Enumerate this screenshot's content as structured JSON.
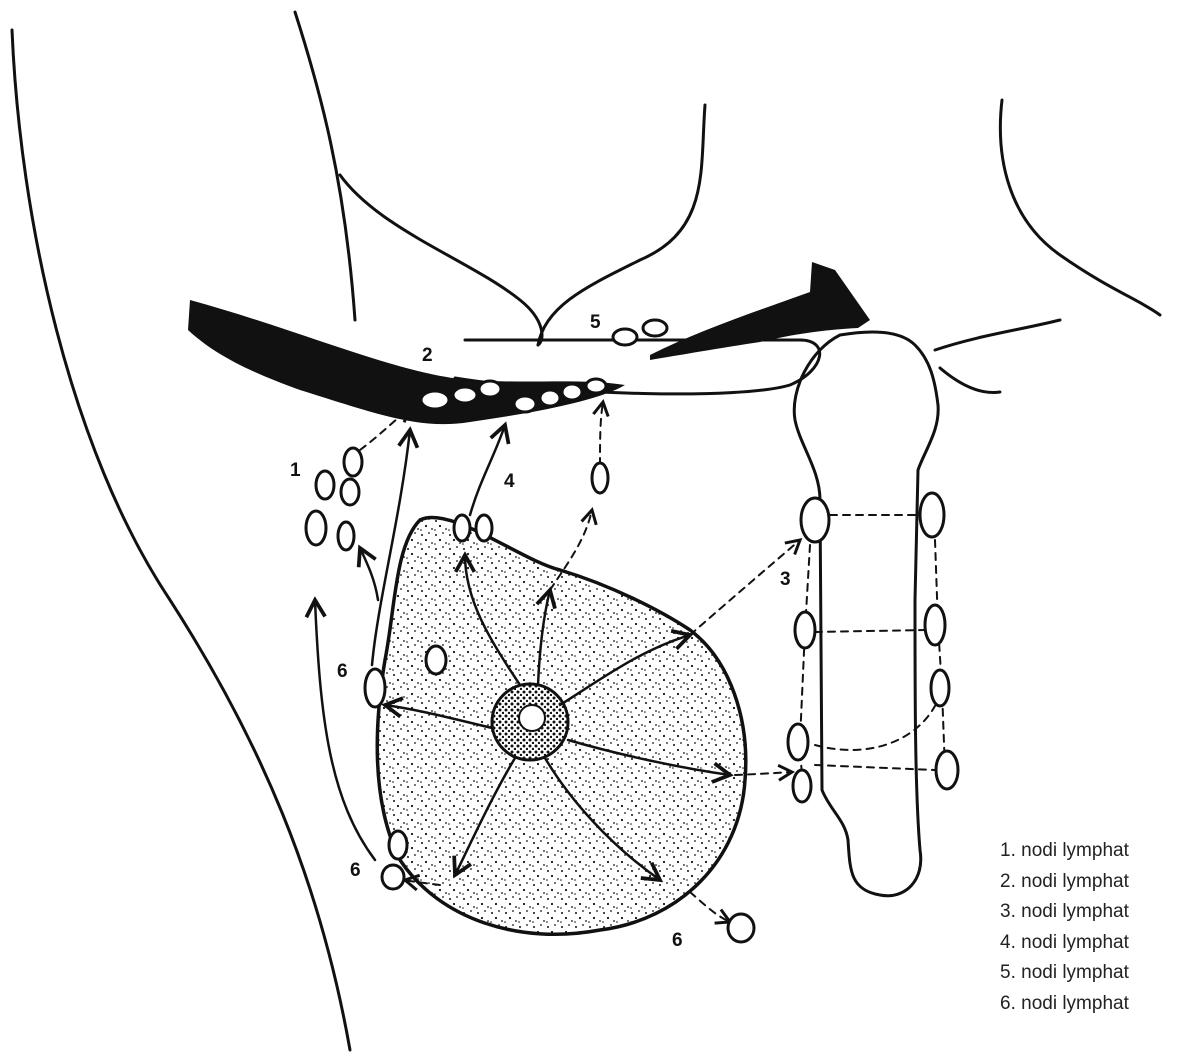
{
  "figure": {
    "labels": {
      "n1": "1",
      "n2": "2",
      "n3": "3",
      "n4": "4",
      "n5": "5",
      "n6a": "6",
      "n6b": "6",
      "n6c": "6"
    },
    "legend": [
      "1. nodi lymphat",
      "2. nodi lymphat",
      "3. nodi lymphat",
      "4. nodi lymphat",
      "5. nodi lymphat",
      "6. nodi lymphat"
    ]
  }
}
